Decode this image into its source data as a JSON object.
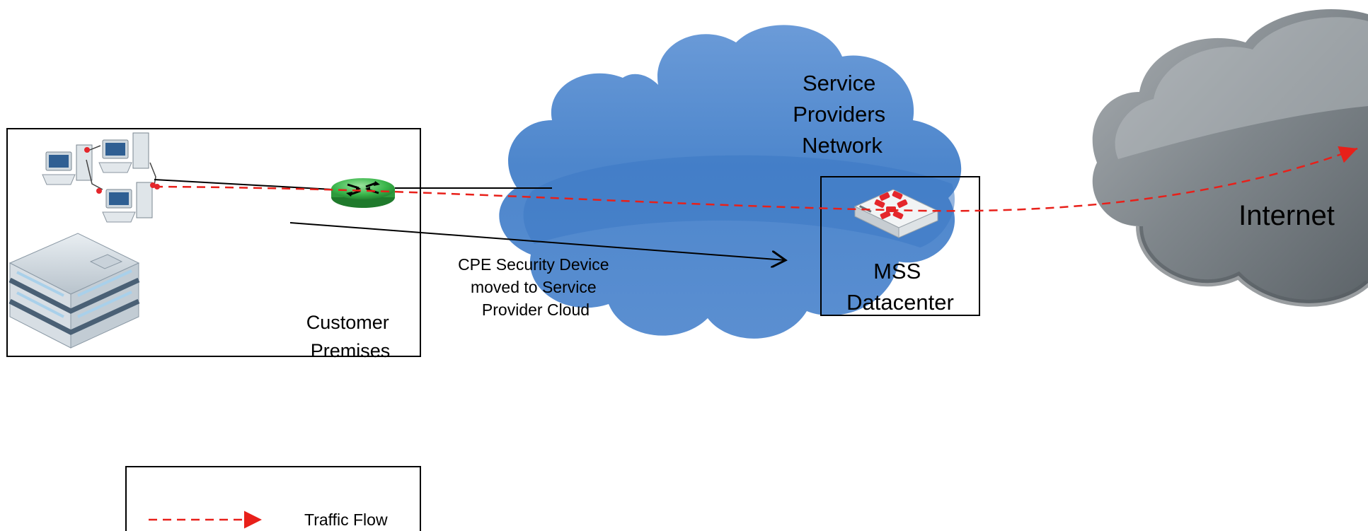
{
  "cloud": {
    "provider_title": [
      "Service",
      "Providers",
      "Network"
    ],
    "internet_label": "Internet"
  },
  "premises": {
    "label": [
      "Customer",
      "Premises"
    ]
  },
  "datacenter": {
    "label": [
      "MSS",
      "Datacenter"
    ]
  },
  "annotation": {
    "text": [
      "CPE Security Device",
      "moved to Service",
      "Provider Cloud"
    ]
  },
  "legend": {
    "traffic_label": "Traffic Flow"
  },
  "colors": {
    "provider_cloud": "#5b8fd1",
    "internet_cloud": "#8d9499",
    "traffic_flow": "#e8201a",
    "router": "#39b54a",
    "fortinet_red": "#e4262b"
  }
}
